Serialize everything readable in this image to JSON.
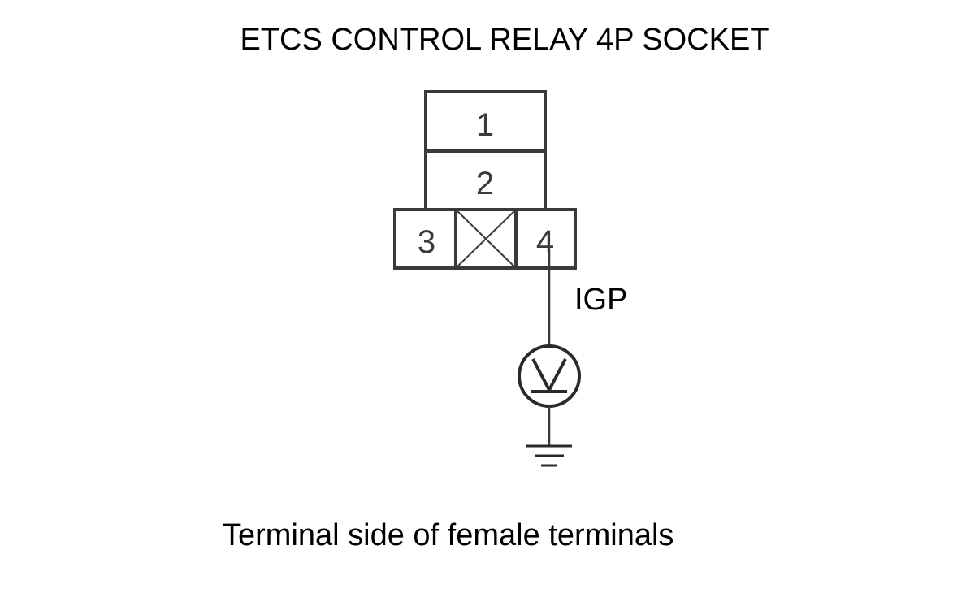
{
  "title": "ETCS CONTROL RELAY 4P SOCKET",
  "caption": "Terminal side of female terminals",
  "connector": {
    "pins": [
      {
        "number": "1"
      },
      {
        "number": "2"
      },
      {
        "number": "3"
      },
      {
        "number": "4"
      }
    ],
    "blank_cell_icon": "cross-box-icon"
  },
  "wire": {
    "label": "IGP",
    "from_pin": "4"
  },
  "meter": {
    "symbol": "V",
    "icon": "voltmeter-icon"
  },
  "ground": {
    "icon": "ground-icon"
  },
  "colors": {
    "stroke": "#3a3a3a",
    "text": "#000000"
  }
}
